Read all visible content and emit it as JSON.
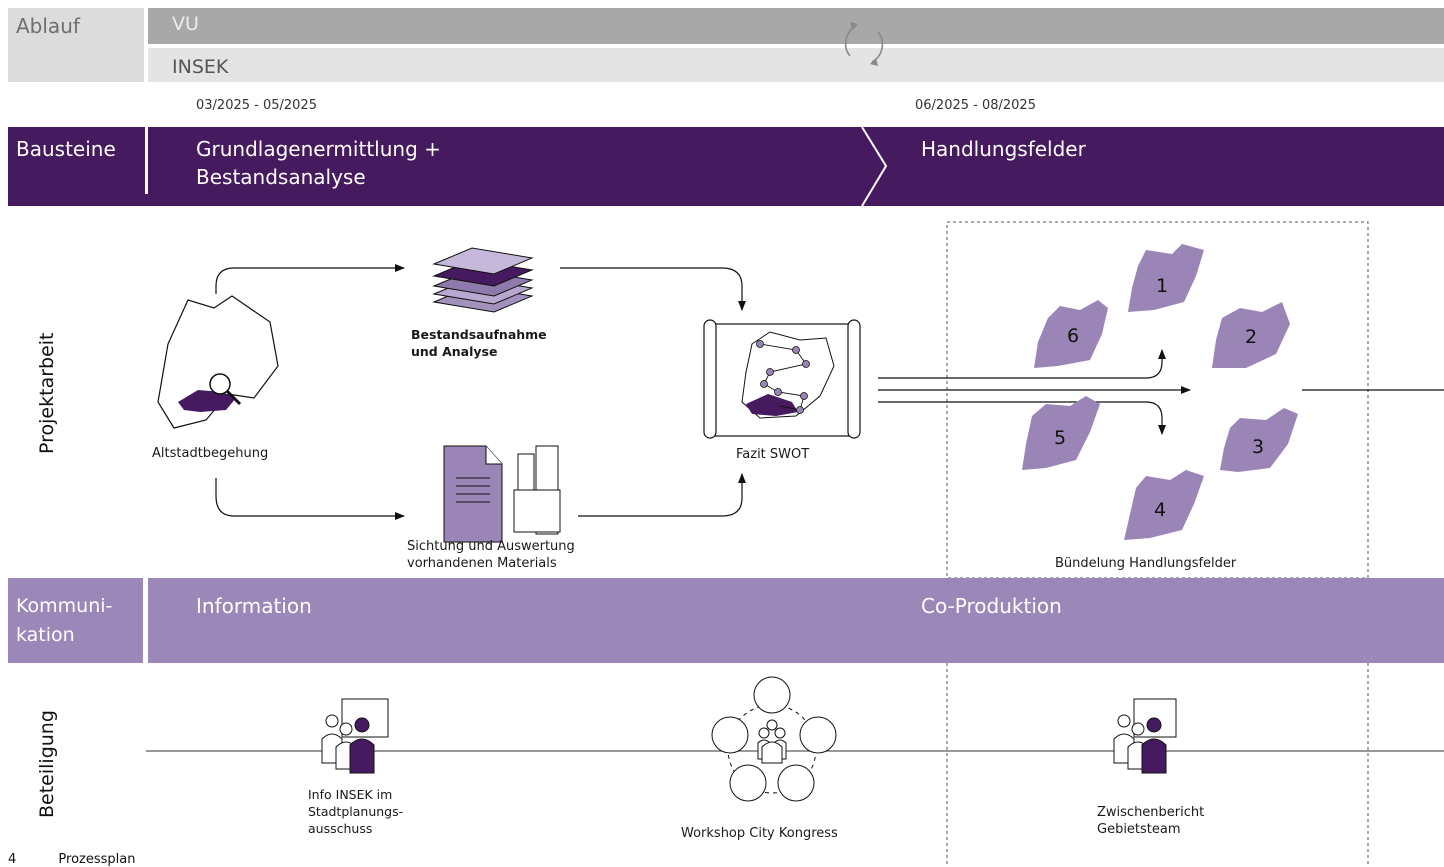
{
  "rows": {
    "ablauf": "Ablauf",
    "bausteine": "Bausteine",
    "projektarbeit": "Projektarbeit",
    "kommunikation": "Kommuni-\nkation",
    "beteiligung": "Beteiligung"
  },
  "ablauf": {
    "vu": "VU",
    "insek": "INSEK"
  },
  "dates": {
    "phase1": "03/2025 - 05/2025",
    "phase2": "06/2025  - 08/2025"
  },
  "bausteine": {
    "phase1": "Grundlagenermittlung +\nBestandsanalyse",
    "phase2": "Handlungsfelder"
  },
  "projektarbeit": {
    "altstadt": "Altstadtbegehung",
    "bestand": "Bestandsaufnahme\nund Analyse",
    "sichtung": "Sichtung und Auswertung\nvorhandenen Materials",
    "swot": "Fazit SWOT",
    "buendelung": "Bündelung Handlungsfelder",
    "fields": [
      "1",
      "2",
      "3",
      "4",
      "5",
      "6"
    ]
  },
  "kommunikation": {
    "information": "Information",
    "coproduktion": "Co-Produktion"
  },
  "beteiligung": {
    "info": "Info INSEK im\nStadtplanungs-\nausschuss",
    "workshop": "Workshop City Kongress",
    "zwischen": "Zwischenbericht\nGebietsteam"
  },
  "caption": {
    "number": "4",
    "text": "Prozessplan"
  },
  "colors": {
    "purple_dark": "#461a5e",
    "purple_light": "#9c88b8",
    "field": "#9a85b6",
    "gray_bar": "#a6a6a6"
  }
}
